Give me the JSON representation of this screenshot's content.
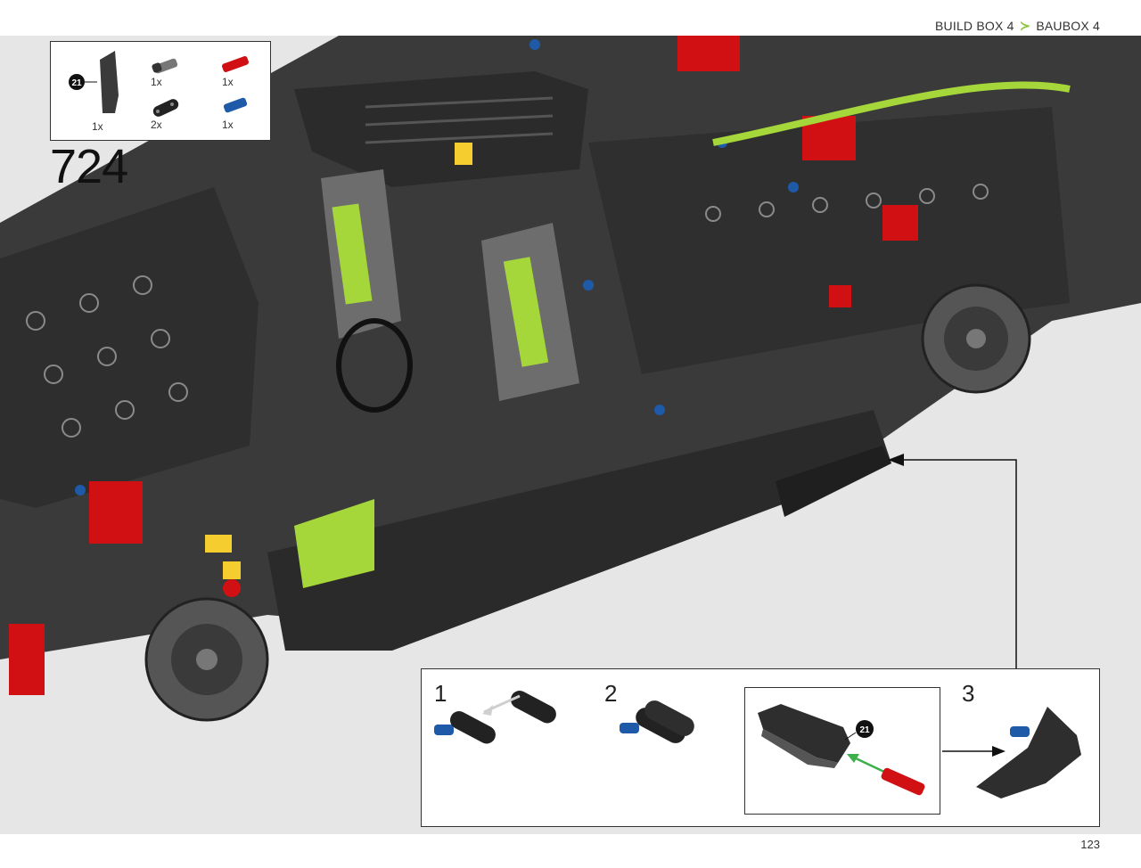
{
  "header": {
    "left_label": "BUILD BOX 4",
    "separator_icon": "lime-arrow-icon",
    "right_label": "BAUBOX 4"
  },
  "step": {
    "number": "724"
  },
  "parts_list": {
    "callout_badge": "21",
    "items": [
      {
        "icon": "dark-grey-panel-icon",
        "qty": "1x",
        "color": "#3a3a3a"
      },
      {
        "icon": "grey-connector-pin-icon",
        "qty": "1x",
        "color": "#777777"
      },
      {
        "icon": "red-axle-pin-icon",
        "qty": "1x",
        "color": "#d01012"
      },
      {
        "icon": "black-liftarm-icon",
        "qty": "2x",
        "color": "#222222"
      },
      {
        "icon": "blue-pin-icon",
        "qty": "1x",
        "color": "#1e5aa8"
      }
    ]
  },
  "substeps": [
    {
      "number": "1"
    },
    {
      "number": "2"
    },
    {
      "number": "3"
    }
  ],
  "substep_callout_badge": "21",
  "colors": {
    "lime": "#a5d63a",
    "dark_grey": "#333333",
    "mid_grey": "#777777",
    "red": "#d01012",
    "blue": "#1e5aa8",
    "background": "#e6e6e6"
  },
  "page": {
    "number": "123"
  }
}
